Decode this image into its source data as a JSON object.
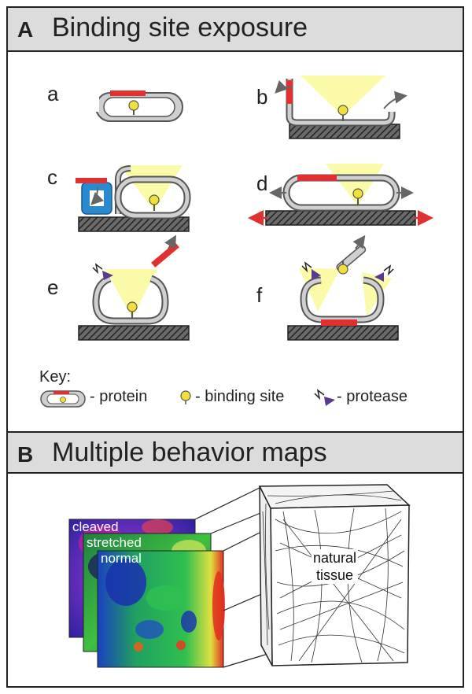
{
  "section_a": {
    "letter": "A",
    "title": "Binding site exposure"
  },
  "panels": {
    "a": "a",
    "b": "b",
    "c": "c",
    "d": "d",
    "e": "e",
    "f": "f"
  },
  "key": {
    "label": "Key:",
    "protein": "- protein",
    "binding_site": "- binding site",
    "protease": "- protease"
  },
  "section_b": {
    "letter": "B",
    "title": "Multiple behavior maps"
  },
  "maps": {
    "cleaved": "cleaved",
    "stretched": "stretched",
    "normal": "normal"
  },
  "tissue": {
    "line1": "natural",
    "line2": "tissue"
  },
  "colors": {
    "protein_outline": "#555555",
    "protein_fill": "#cfcfcf",
    "binding_site": "#f2e03a",
    "cone": "#fafaa0",
    "red_segment": "#e03030",
    "protease": "#5a3a8a",
    "blue_box": "#2a8ad0",
    "header_bg": "#dcdcdc"
  }
}
